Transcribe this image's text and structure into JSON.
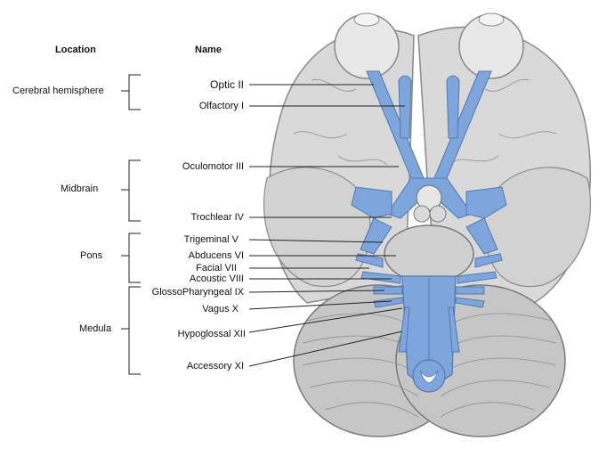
{
  "headers": {
    "location": "Location",
    "name": "Name"
  },
  "locations": {
    "cerebral": "Cerebral hemisphere",
    "midbrain": "Midbrain",
    "pons": "Pons",
    "medula": "Medula"
  },
  "nerves": [
    "Optic II",
    "Olfactory I",
    "Oculomotor III",
    "Trochlear IV",
    "Trigeminal V",
    "Abducens VI",
    "Facial VII",
    "Acoustic VIII",
    "GlossoPharyngeal IX",
    "Vagus X",
    "Hypoglossal XII",
    "Accessory XI"
  ],
  "colors": {
    "nerve": "#7fa6dc",
    "nerve_stroke": "#4f78b3",
    "brain": "#d7d7d7",
    "brain_stroke": "#8a8a8a",
    "cerebellum": "#c9c9c9",
    "line": "#222222"
  }
}
